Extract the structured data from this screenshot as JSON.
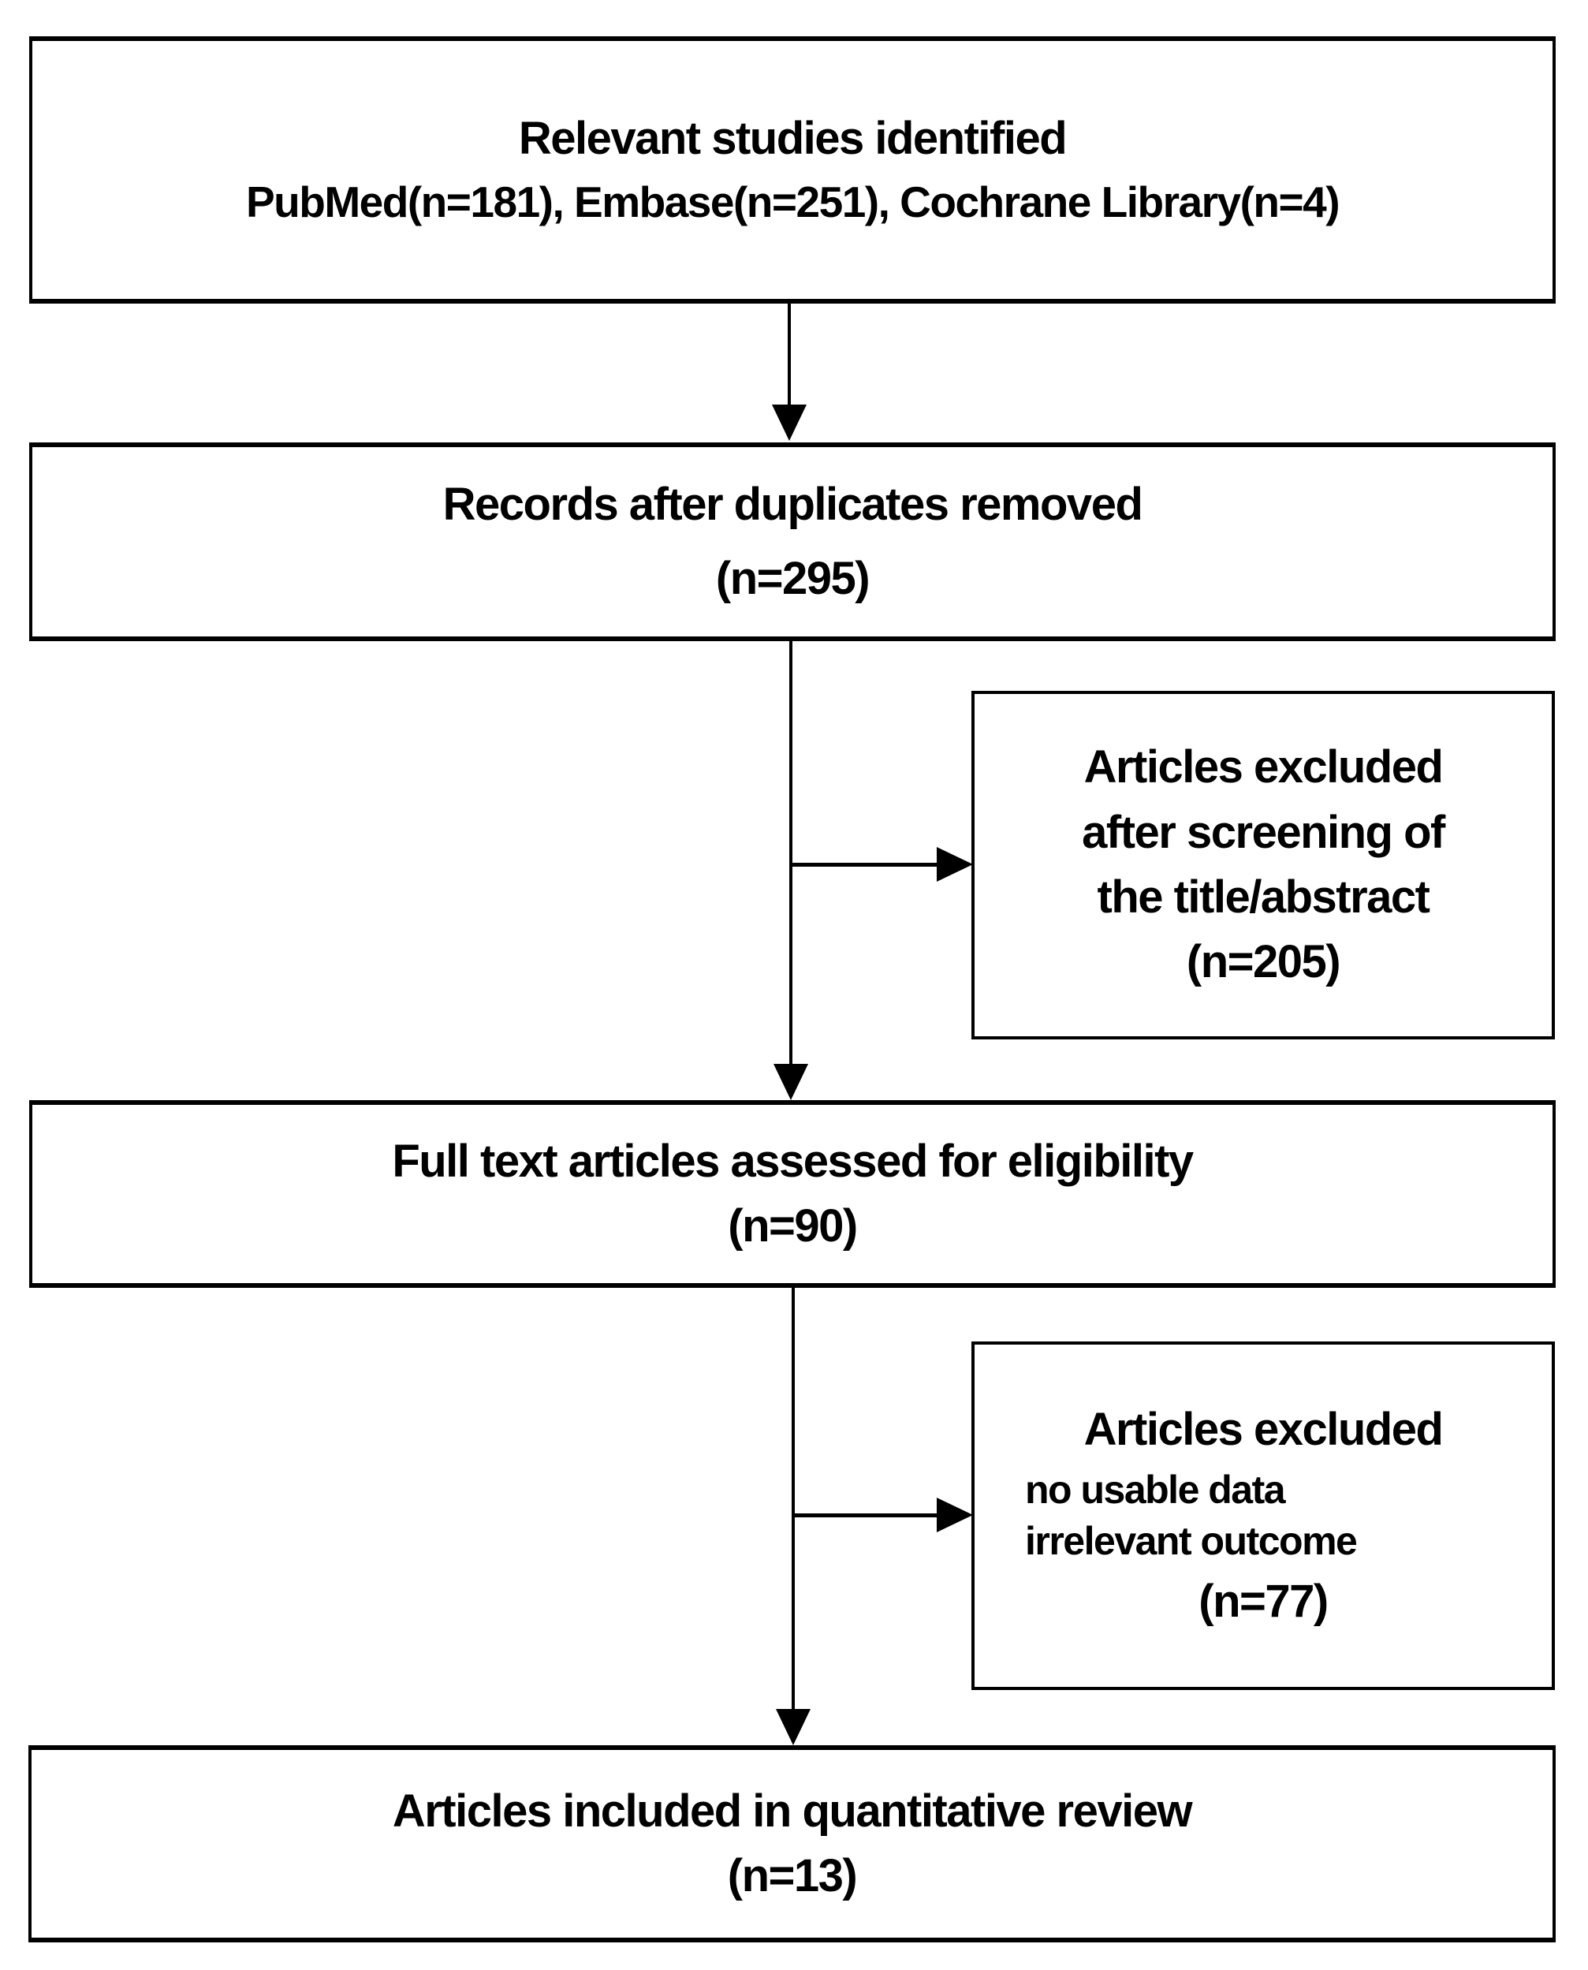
{
  "flowchart": {
    "identified": {
      "line1": "Relevant studies identified",
      "line2": "PubMed(n=181), Embase(n=251), Cochrane Library(n=4)"
    },
    "deduplicated": {
      "line1": "Records after duplicates removed",
      "count": "(n=295)"
    },
    "excluded_screening": {
      "line1": "Articles excluded",
      "line2": "after screening of",
      "line3": "the title/abstract",
      "count": "(n=205)"
    },
    "fulltext": {
      "line1": "Full text articles assessed for eligibility",
      "count": "(n=90)"
    },
    "excluded_fulltext": {
      "line1": "Articles excluded",
      "line2": "no usable data",
      "line3": "irrelevant outcome",
      "count": "(n=77)"
    },
    "included": {
      "line1": "Articles included in quantitative review",
      "count": "(n=13)"
    },
    "colors": {
      "border": "#000000",
      "background": "#ffffff",
      "text": "#000000"
    }
  }
}
